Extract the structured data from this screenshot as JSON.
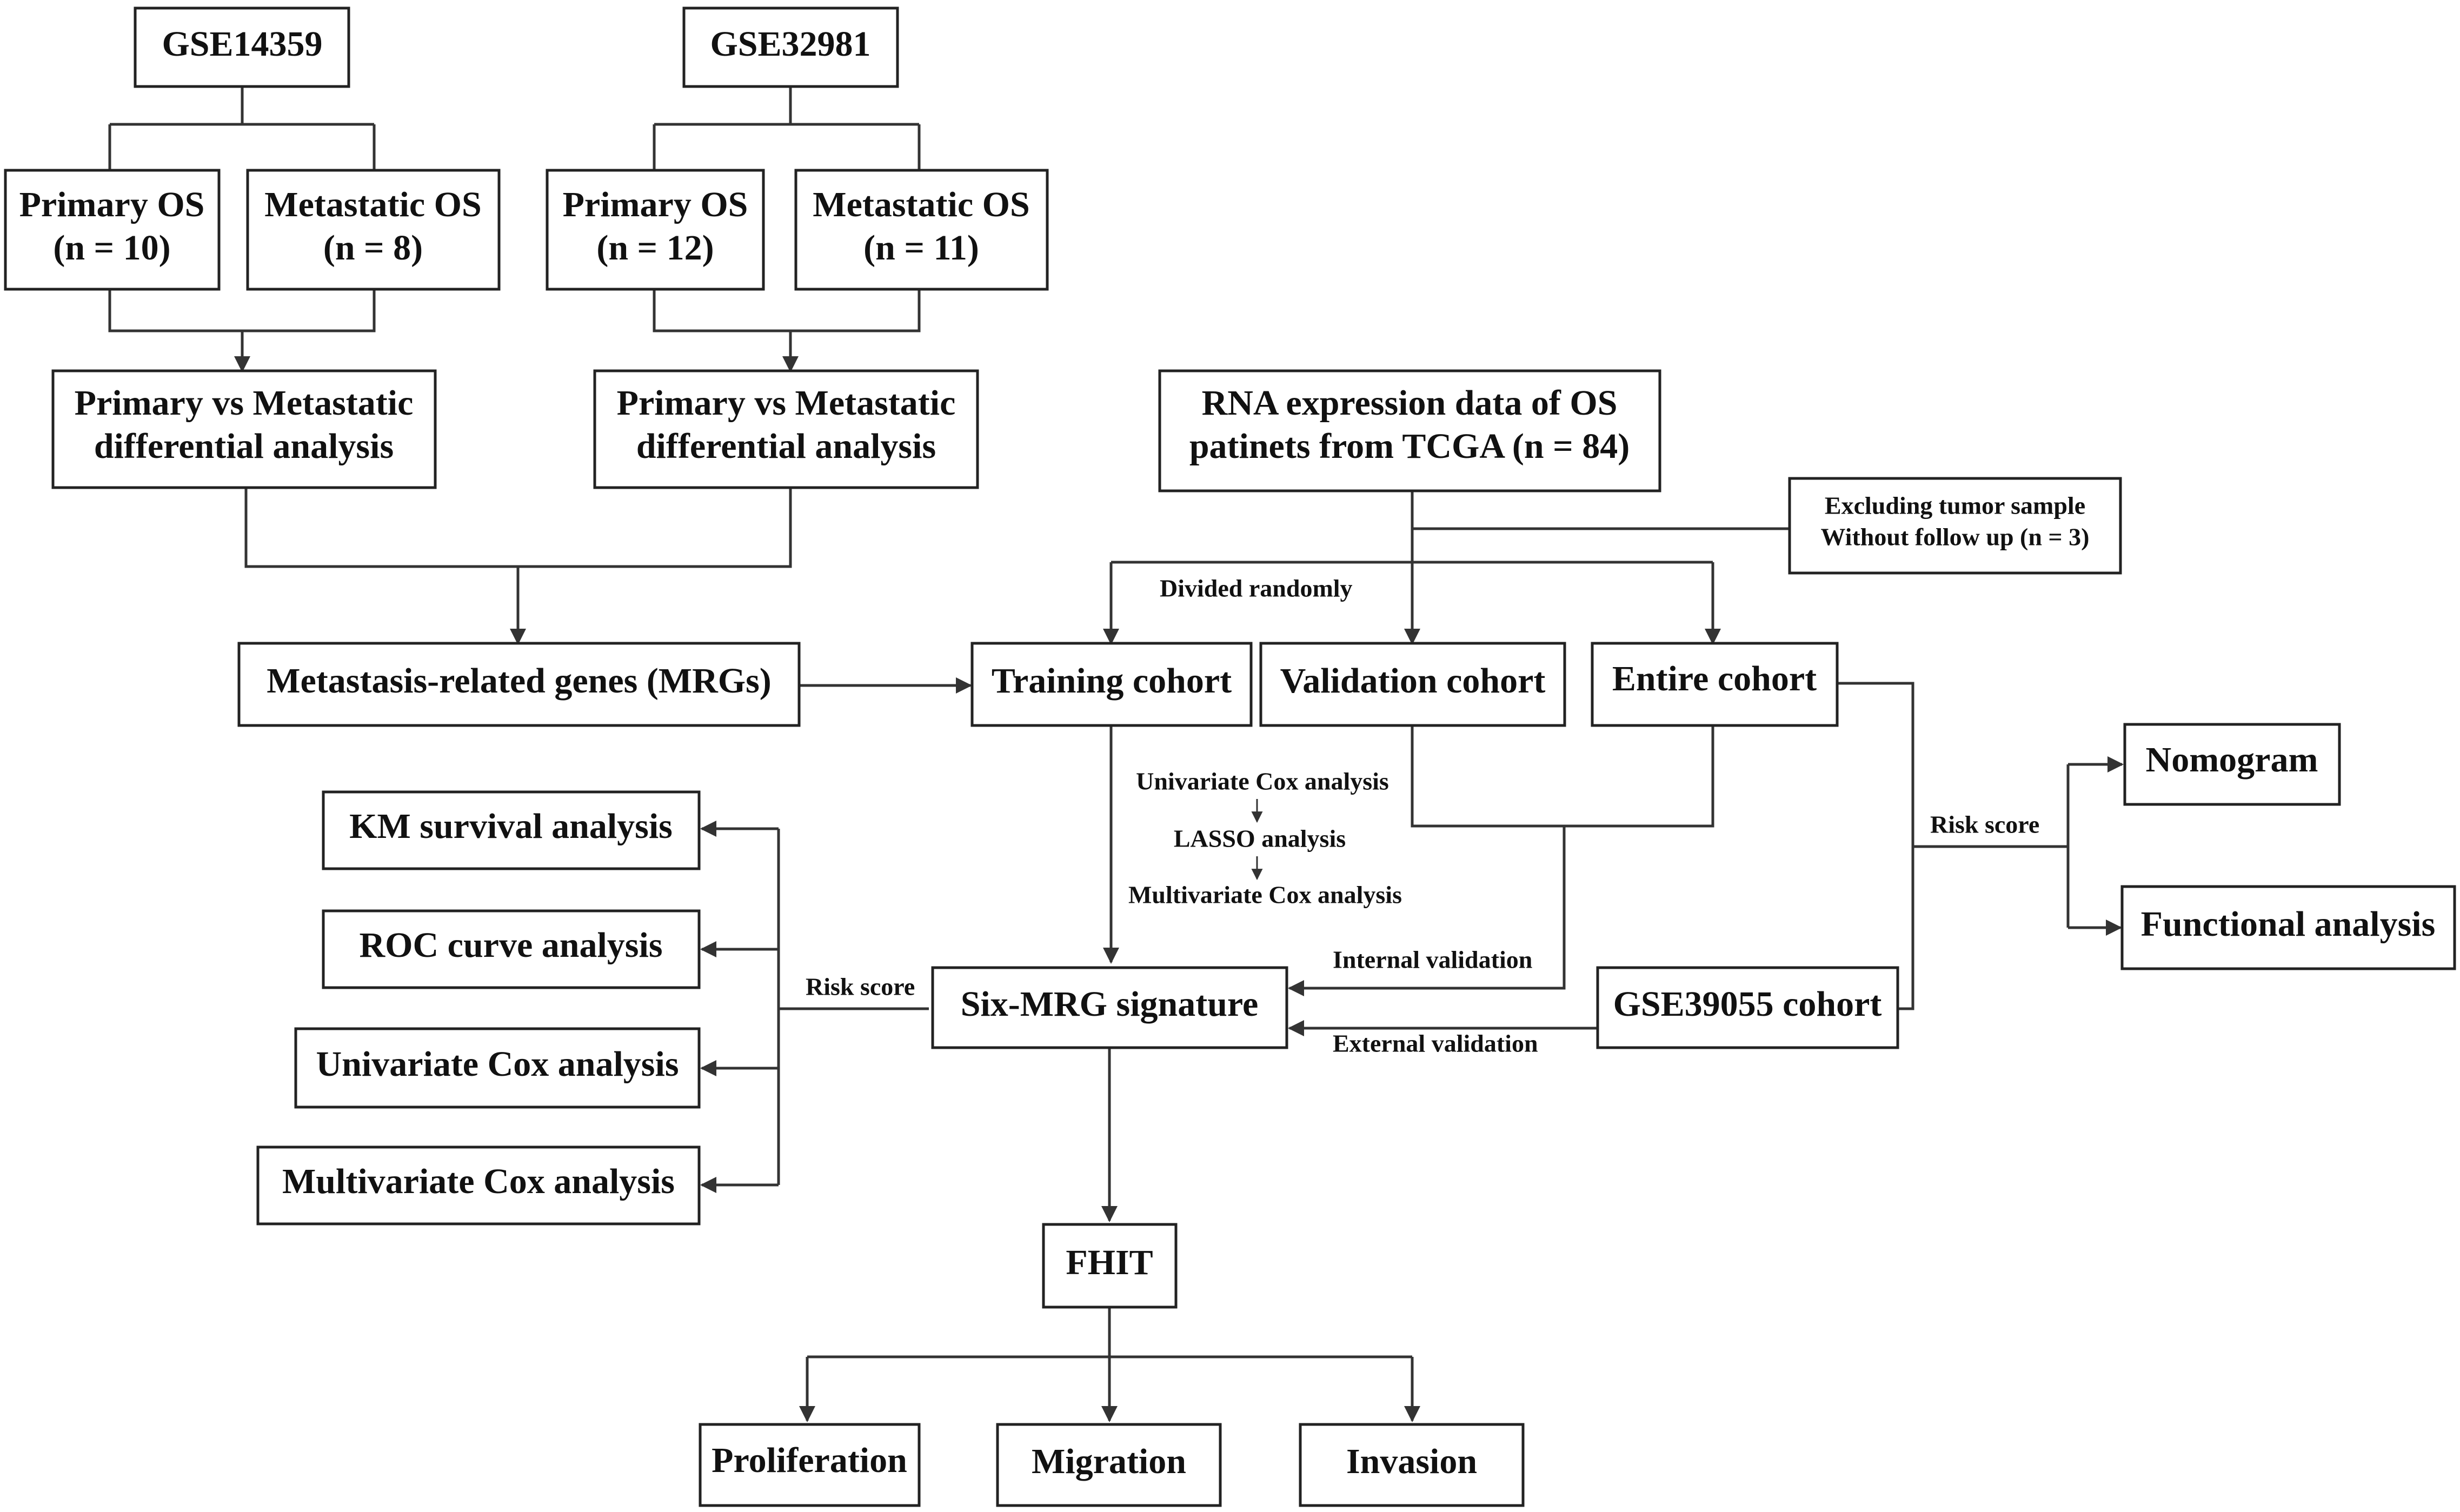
{
  "boxes": {
    "gse14359": "GSE14359",
    "gse32981": "GSE32981",
    "primary_os_a": {
      "line1": "Primary OS",
      "line2": "(n = 10)"
    },
    "metastatic_os_a": {
      "line1": "Metastatic OS",
      "line2": "(n = 8)"
    },
    "primary_os_b": {
      "line1": "Primary OS",
      "line2": "(n = 12)"
    },
    "metastatic_os_b": {
      "line1": "Metastatic OS",
      "line2": "(n = 11)"
    },
    "diff_analysis_a": {
      "line1": "Primary vs Metastatic",
      "line2": "differential analysis"
    },
    "diff_analysis_b": {
      "line1": "Primary vs Metastatic",
      "line2": "differential analysis"
    },
    "rna_data": {
      "line1": "RNA expression data of OS",
      "line2": "patinets from TCGA (n = 84)"
    },
    "excluding": {
      "line1": "Excluding tumor sample",
      "line2": "Without follow up (n = 3)"
    },
    "mrgs": "Metastasis-related genes (MRGs)",
    "training": "Training cohort",
    "validation": "Validation cohort",
    "entire": "Entire cohort",
    "nomogram": "Nomogram",
    "functional": "Functional analysis",
    "km": "KM survival analysis",
    "roc": "ROC curve analysis",
    "uni_cox": "Univariate Cox analysis",
    "multi_cox": "Multivariate Cox analysis",
    "signature": "Six-MRG signature",
    "gse39055": "GSE39055 cohort",
    "fhit": "FHIT",
    "proliferation": "Proliferation",
    "migration": "Migration",
    "invasion": "Invasion"
  },
  "labels": {
    "divided_randomly": "Divided randomly",
    "step_univariate": "Univariate Cox analysis",
    "step_lasso": "LASSO analysis",
    "step_multivariate": "Multivariate Cox analysis",
    "internal_validation": "Internal validation",
    "external_validation": "External validation",
    "risk_score_left": "Risk score",
    "risk_score_right": "Risk score"
  }
}
